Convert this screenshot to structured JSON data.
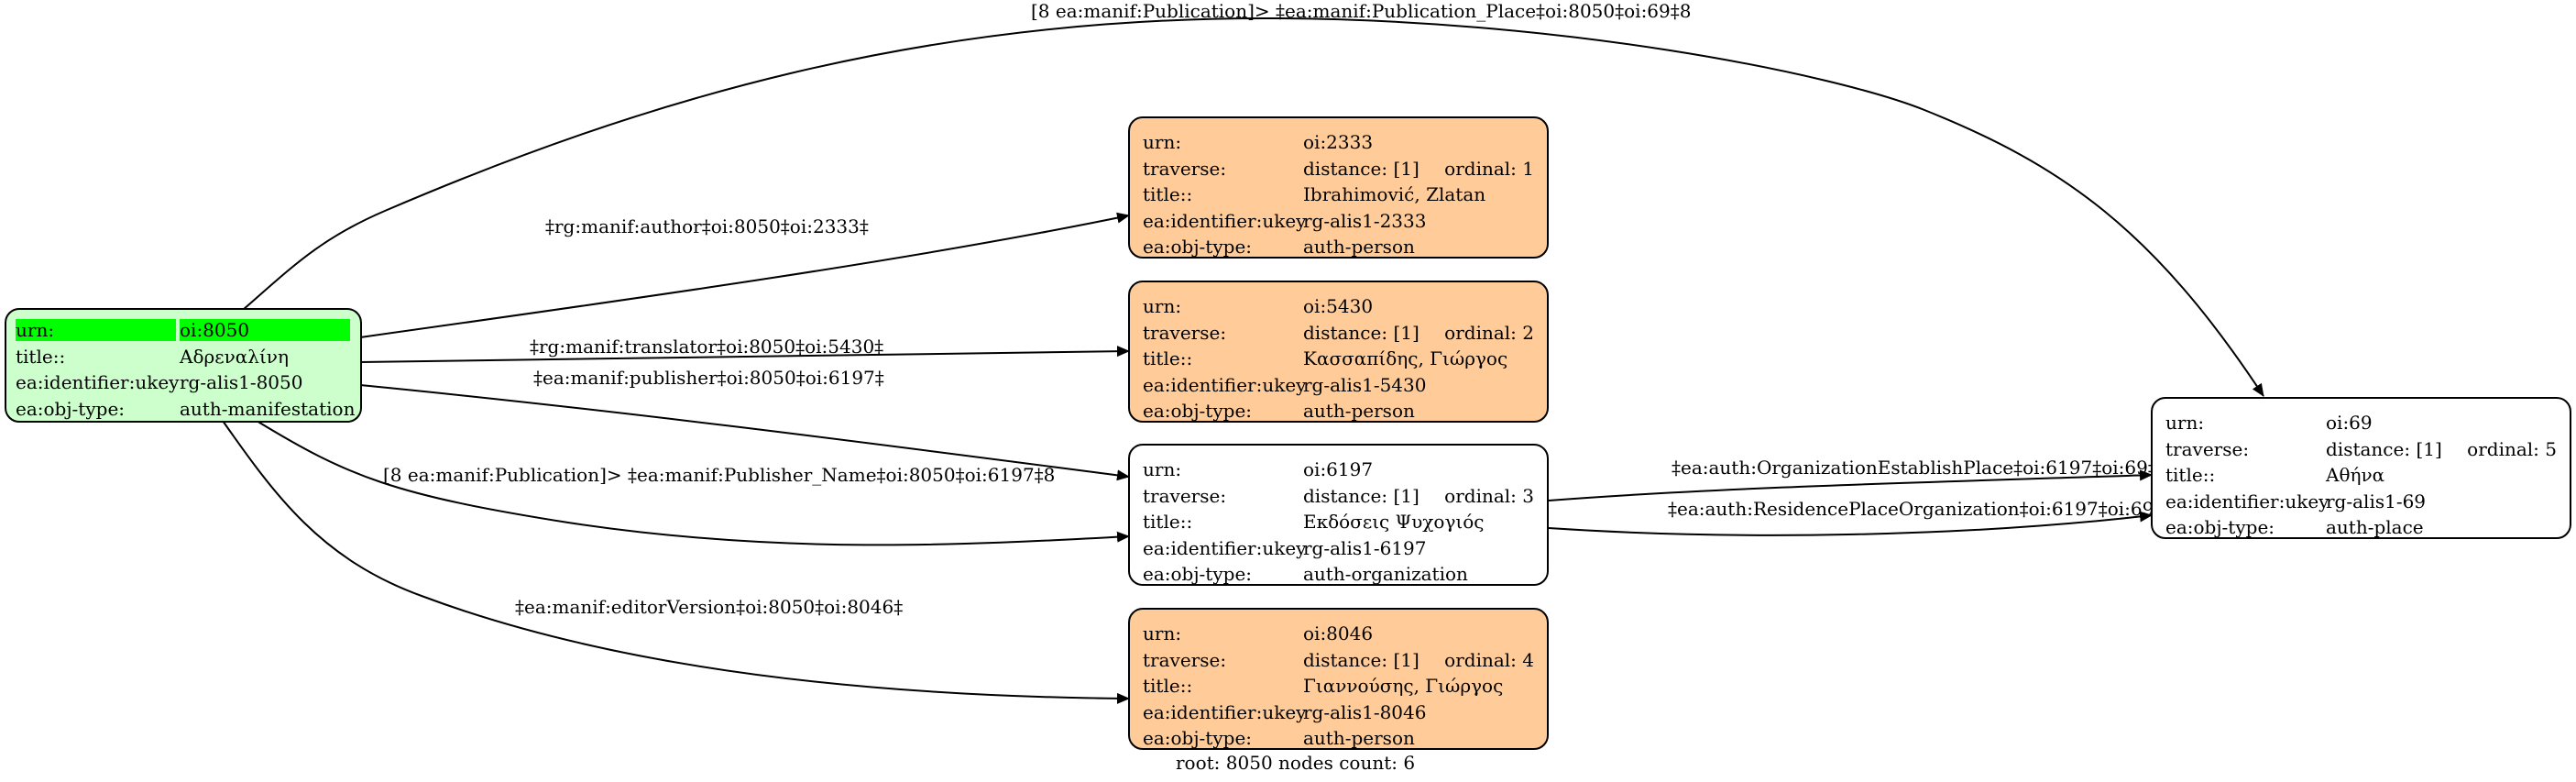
{
  "nodes": {
    "root": [
      {
        "k": "urn:",
        "v": "oi:8050"
      },
      {
        "k": "title::",
        "v": "Αδρεναλίνη"
      },
      {
        "k": "ea:identifier:ukey",
        "v": "rg-alis1-8050"
      },
      {
        "k": "ea:obj-type:",
        "v": "auth-manifestation"
      }
    ],
    "n2333": {
      "urn": "oi:2333",
      "traverse_k": "traverse:",
      "distance": "distance: [1]",
      "ordinal": "ordinal: 1",
      "title": "Ibrahimović, Zlatan",
      "ukey": "rg-alis1-2333",
      "type": "auth-person"
    },
    "n5430": {
      "urn": "oi:5430",
      "traverse_k": "traverse:",
      "distance": "distance: [1]",
      "ordinal": "ordinal: 2",
      "title": "Κασσαπίδης, Γιώργος",
      "ukey": "rg-alis1-5430",
      "type": "auth-person"
    },
    "n6197": {
      "urn": "oi:6197",
      "traverse_k": "traverse:",
      "distance": "distance: [1]",
      "ordinal": "ordinal: 3",
      "title": "Εκδόσεις Ψυχογιός",
      "ukey": "rg-alis1-6197",
      "type": "auth-organization"
    },
    "n8046": {
      "urn": "oi:8046",
      "traverse_k": "traverse:",
      "distance": "distance: [1]",
      "ordinal": "ordinal: 4",
      "title": "Γιαννούσης, Γιώργος",
      "ukey": "rg-alis1-8046",
      "type": "auth-person"
    },
    "n69": {
      "urn": "oi:69",
      "traverse_k": "traverse:",
      "distance": "distance: [1]",
      "ordinal": "ordinal: 5",
      "title": "Αθήνα",
      "ukey": "rg-alis1-69",
      "type": "auth-place"
    }
  },
  "keys": {
    "urn": "urn:",
    "title": "title::",
    "ukey": "ea:identifier:ukey",
    "type": "ea:obj-type:"
  },
  "edges": {
    "publication_place": "[8 ea:manif:Publication]> ‡ea:manif:Publication_Place‡oi:8050‡oi:69‡8",
    "author": "‡rg:manif:author‡oi:8050‡oi:2333‡",
    "translator": "‡rg:manif:translator‡oi:8050‡oi:5430‡",
    "publisher": "‡ea:manif:publisher‡oi:8050‡oi:6197‡",
    "publisher_name": "[8 ea:manif:Publication]> ‡ea:manif:Publisher_Name‡oi:8050‡oi:6197‡8",
    "editor_version": "‡ea:manif:editorVersion‡oi:8050‡oi:8046‡",
    "establish_place": "‡ea:auth:OrganizationEstablishPlace‡oi:6197‡oi:69‡",
    "residence_place": "‡ea:auth:ResidencePlaceOrganization‡oi:6197‡oi:69‡"
  },
  "footer": "root: 8050 nodes count: 6"
}
